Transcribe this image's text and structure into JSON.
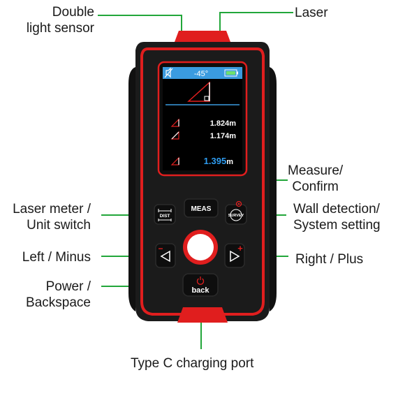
{
  "labels": {
    "double_light_sensor": [
      "Double",
      "light sensor"
    ],
    "laser": "Laser",
    "measure_confirm": [
      "Measure/",
      "Confirm"
    ],
    "laser_meter_unit_switch": [
      "Laser meter /",
      "Unit switch"
    ],
    "wall_detection_system_setting": [
      "Wall detection/",
      "System setting"
    ],
    "left_minus": "Left / Minus",
    "right_plus": "Right / Plus",
    "power_backspace": [
      "Power /",
      "Backspace"
    ],
    "type_c_port": "Type C charging port"
  },
  "screen": {
    "angle": "-45°",
    "reading_1": "1.824m",
    "reading_2": "1.174m",
    "result_value": "1.395",
    "result_unit": "m"
  },
  "buttons": {
    "meas": "MEAS",
    "dist": "DIST",
    "survey": "SURVEY",
    "back": "back",
    "minus": "−",
    "plus": "+"
  },
  "colors": {
    "callout_line": "#22a63a",
    "device_red": "#e01e1e",
    "device_black": "#1b1b1b",
    "screen_header": "#3a9be0",
    "result_blue": "#2e9cf0"
  }
}
